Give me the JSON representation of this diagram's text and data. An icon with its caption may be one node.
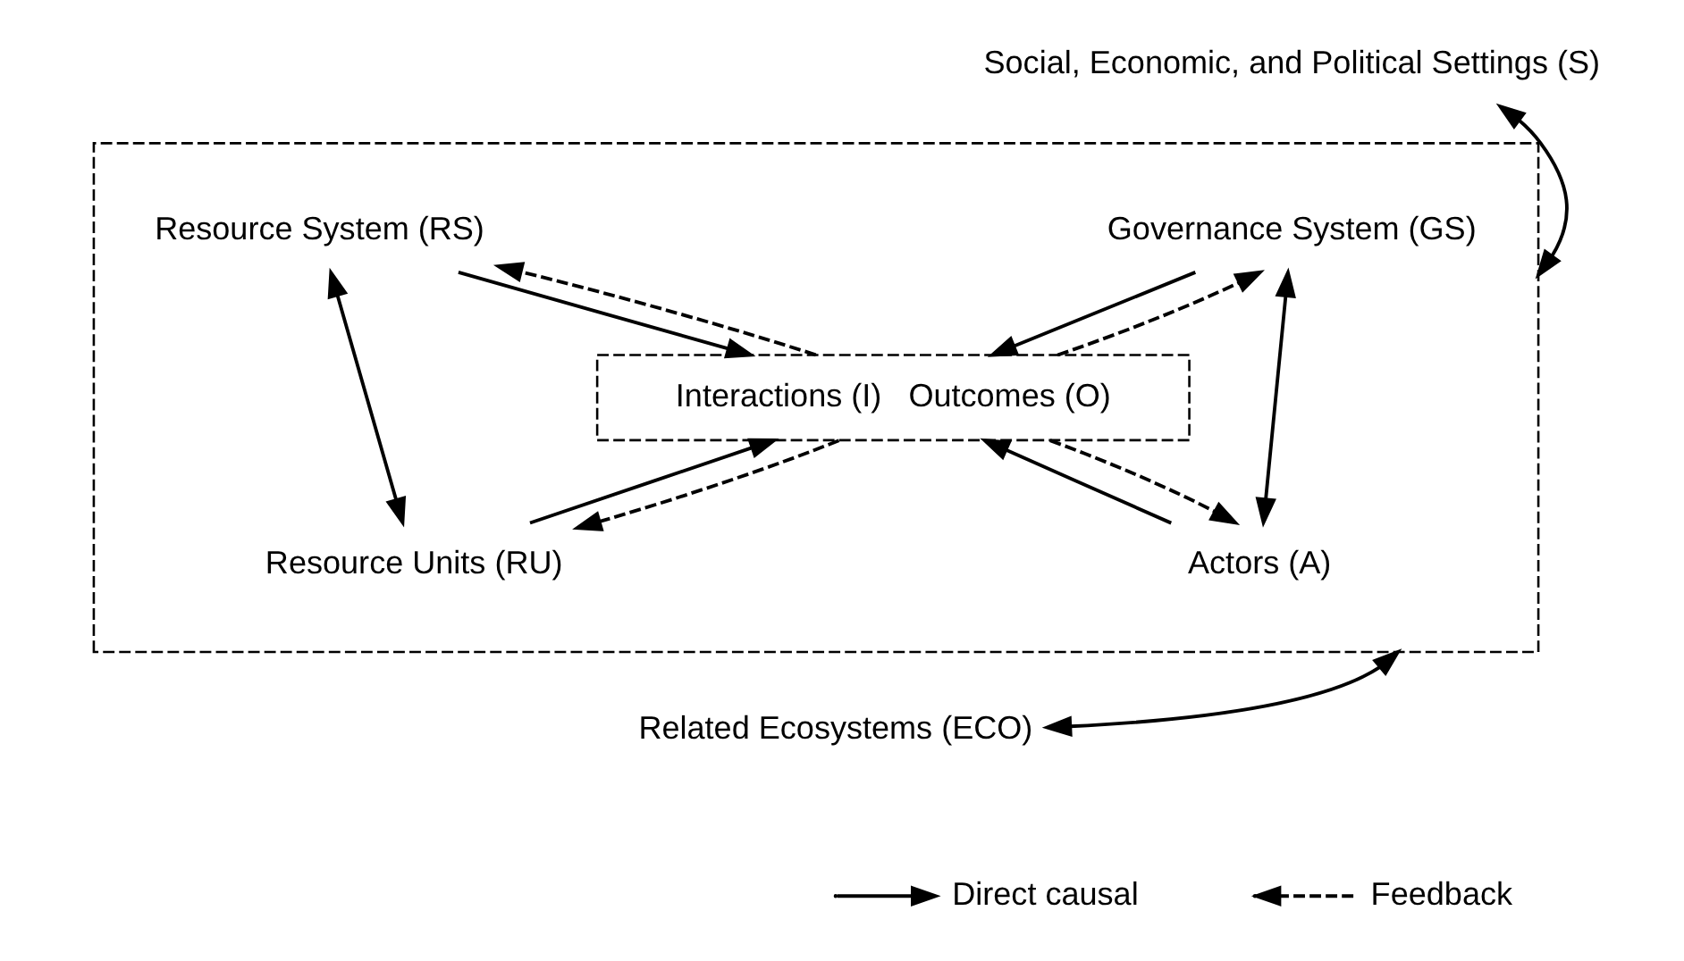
{
  "diagram": {
    "nodes": [
      {
        "text": [
          "Social, Economic, and Political Settings (S)"
        ]
      },
      {
        "text": [],
        "shape": "box"
      },
      {
        "text": [
          "Resource System (RS)"
        ],
        "in": 1
      },
      {
        "text": [
          "Governance System (GS)"
        ],
        "in": 1
      },
      {
        "text": [
          "Interactions (I)",
          "Outcomes (O)"
        ],
        "in": 1
      },
      {
        "text": [
          "Resource Units (RU)"
        ],
        "in": 1
      },
      {
        "text": [
          "Actors (A)"
        ],
        "in": 1
      },
      {
        "text": [
          "Related Ecosystems (ECO)"
        ]
      }
    ],
    "edges": [
      {
        "from": 0,
        "to": 1,
        "arrow": "both"
      },
      {
        "from": 2,
        "to": 4,
        "arrow": "to"
      },
      {
        "from": 3,
        "to": 4,
        "arrow": "to"
      },
      {
        "from": 5,
        "to": 4,
        "arrow": "to"
      },
      {
        "from": 6,
        "to": 4,
        "arrow": "to"
      },
      {
        "from": 2,
        "to": 5,
        "arrow": "both"
      },
      {
        "from": 3,
        "to": 6,
        "arrow": "both"
      },
      {
        "from": 4,
        "to": 2,
        "arrow": "to",
        "style": "dashed"
      },
      {
        "from": 4,
        "to": 3,
        "arrow": "to",
        "style": "dashed"
      },
      {
        "from": 4,
        "to": 5,
        "arrow": "to",
        "style": "dashed"
      },
      {
        "from": 4,
        "to": 6,
        "arrow": "to",
        "style": "dashed"
      },
      {
        "from": 7,
        "to": 1,
        "arrow": "both"
      }
    ],
    "legend": [
      {
        "text": "Direct causal"
      },
      {
        "text": "Feedback"
      }
    ]
  }
}
